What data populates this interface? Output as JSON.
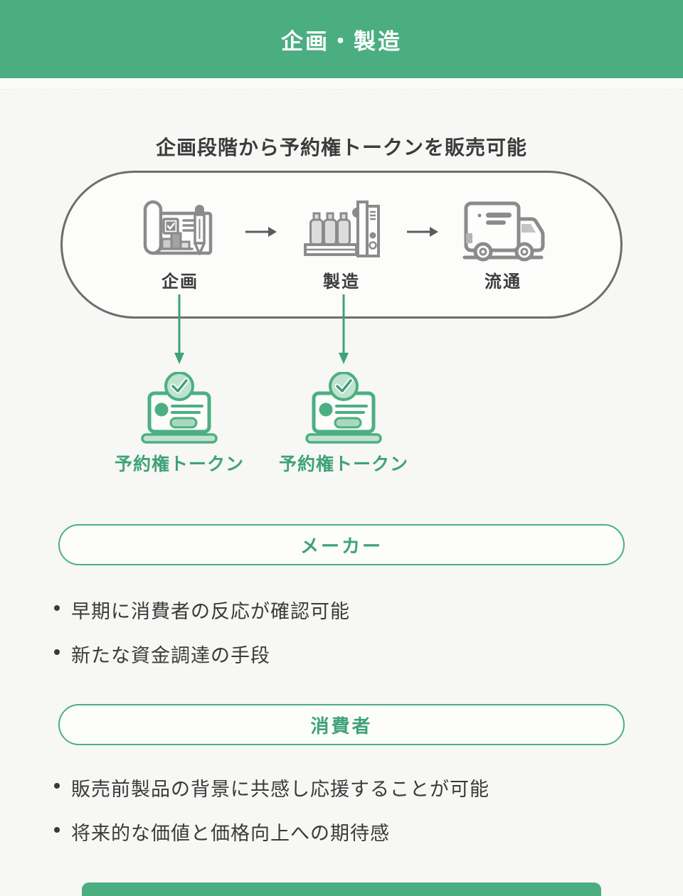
{
  "header": {
    "title": "企画・製造"
  },
  "subtitle": "企画段階から予約権トークンを販売可能",
  "process": {
    "steps": [
      {
        "label": "企画",
        "icon": "blueprint-icon"
      },
      {
        "label": "製造",
        "icon": "bottles-machine-icon"
      },
      {
        "label": "流通",
        "icon": "truck-icon"
      }
    ],
    "connector_icon": "right-arrow-icon",
    "token_connector_icon": "down-arrow-icon"
  },
  "tokens": [
    {
      "label": "予約権トークン",
      "icon": "laptop-check-icon"
    },
    {
      "label": "予約権トークン",
      "icon": "laptop-check-icon"
    }
  ],
  "sections": [
    {
      "title": "メーカー",
      "bullets": [
        "早期に消費者の反応が確認可能",
        "新たな資金調達の手段"
      ]
    },
    {
      "title": "消費者",
      "bullets": [
        "販売前製品の背景に共感し応援することが可能",
        "将来的な価値と価格向上への期待感"
      ]
    }
  ],
  "colors": {
    "accent_green": "#4BAE81",
    "icon_green": "#4CAF82",
    "text_green": "#3EA377",
    "light_green_fill": "#BFE3CE",
    "icon_gray": "#8B8B8B",
    "pill_border_gray": "#6E6E6E",
    "text_dark": "#3C3C3C",
    "background": "#F7F7F5"
  }
}
